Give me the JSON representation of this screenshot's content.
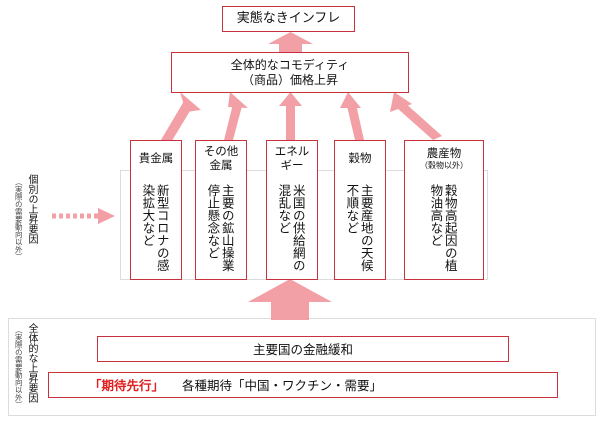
{
  "top_box": {
    "label": "実態なきインフレ"
  },
  "commodity_box": {
    "line1": "全体的なコモディティ",
    "line2": "（商品）価格上昇"
  },
  "categories": [
    {
      "label": "貴金属",
      "reason": "新型コロナの感染拡大など"
    },
    {
      "label": "その他\n金属",
      "reason": "主要の鉱山操業停止懸念など"
    },
    {
      "label": "エネル\nギー",
      "reason": "米国の供給網の混乱など"
    },
    {
      "label": "穀物",
      "reason": "主要産地の天候不順など"
    },
    {
      "label": "農産物",
      "sublabel": "（穀物以外）",
      "reason": "穀物高起因の植物油高など"
    }
  ],
  "side_individual": {
    "main": "個別の上昇要因",
    "sub": "（実際の需要動向以外）"
  },
  "side_overall": {
    "main": "全体的な上昇要因",
    "sub": "（実際の需要動向以外）"
  },
  "easing_box": {
    "label": "主要国の金融緩和"
  },
  "expectation_box": {
    "prefix": "「期待先行」",
    "text": "各種期待「中国・ワクチン・需要」"
  },
  "colors": {
    "border": "#c8323c",
    "arrow": "#f2a0a6",
    "accent": "#e02020"
  }
}
